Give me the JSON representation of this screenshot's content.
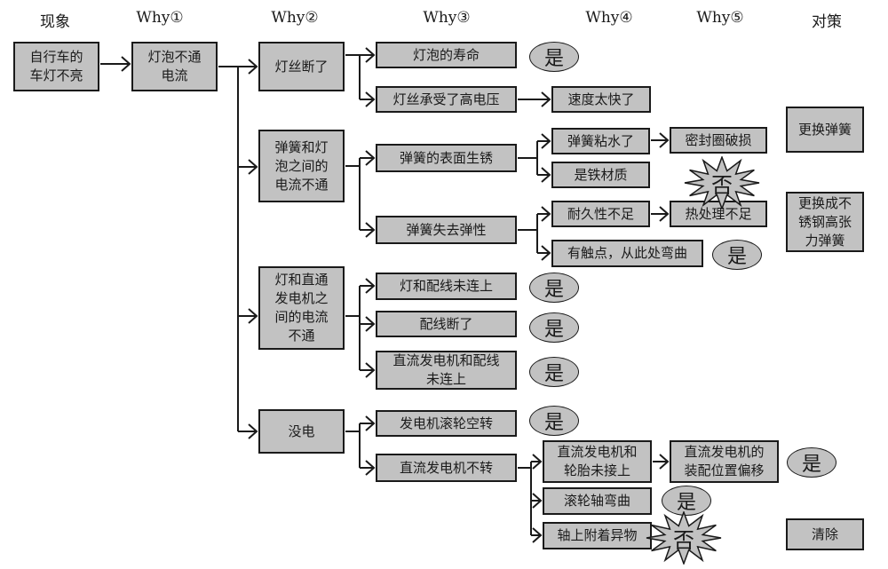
{
  "headers": [
    "现象",
    "Why①",
    "Why②",
    "Why③",
    "Why④",
    "Why⑤",
    "对策"
  ],
  "nodes": {
    "phenomenon": "自行车的\n车灯不亮",
    "why1": "灯泡不通\n电流",
    "w2_filament": "灯丝断了",
    "w2_spring": "弹簧和灯\n泡之间的\n电流不通",
    "w2_wiring": "灯和直通\n发电机之\n间的电流\n不通",
    "w2_nopower": "没电",
    "w3_bulb_life": "灯泡的寿命",
    "w3_high_voltage": "灯丝承受了高电压",
    "w3_spring_rust": "弹簧的表面生锈",
    "w3_spring_elastic": "弹簧失去弹性",
    "w3_lamp_wire": "灯和配线未连上",
    "w3_wire_broken": "配线断了",
    "w3_gen_wire": "直流发电机和配线\n未连上",
    "w3_roller_idle": "发电机滚轮空转",
    "w3_gen_stopped": "直流发电机不转",
    "w4_too_fast": "速度太快了",
    "w4_spring_water": "弹簧粘水了",
    "w4_iron": "是铁材质",
    "w4_durability": "耐久性不足",
    "w4_contact_bend": "有触点，从此处弯曲",
    "w4_gen_tire": "直流发电机和\n轮胎未接上",
    "w4_shaft_bent": "滚轮轴弯曲",
    "w4_shaft_debris": "轴上附着异物",
    "w5_seal": "密封圈破损",
    "w5_heat": "热处理不足",
    "w5_gen_offset": "直流发电机的\n装配位置偏移"
  },
  "countermeasures": {
    "replace_spring": "更换弹簧",
    "stainless_spring": "更换成不\n锈钢高张\n力弹簧",
    "clean": "清除"
  },
  "verdicts": {
    "yes": "是",
    "no": "否"
  }
}
